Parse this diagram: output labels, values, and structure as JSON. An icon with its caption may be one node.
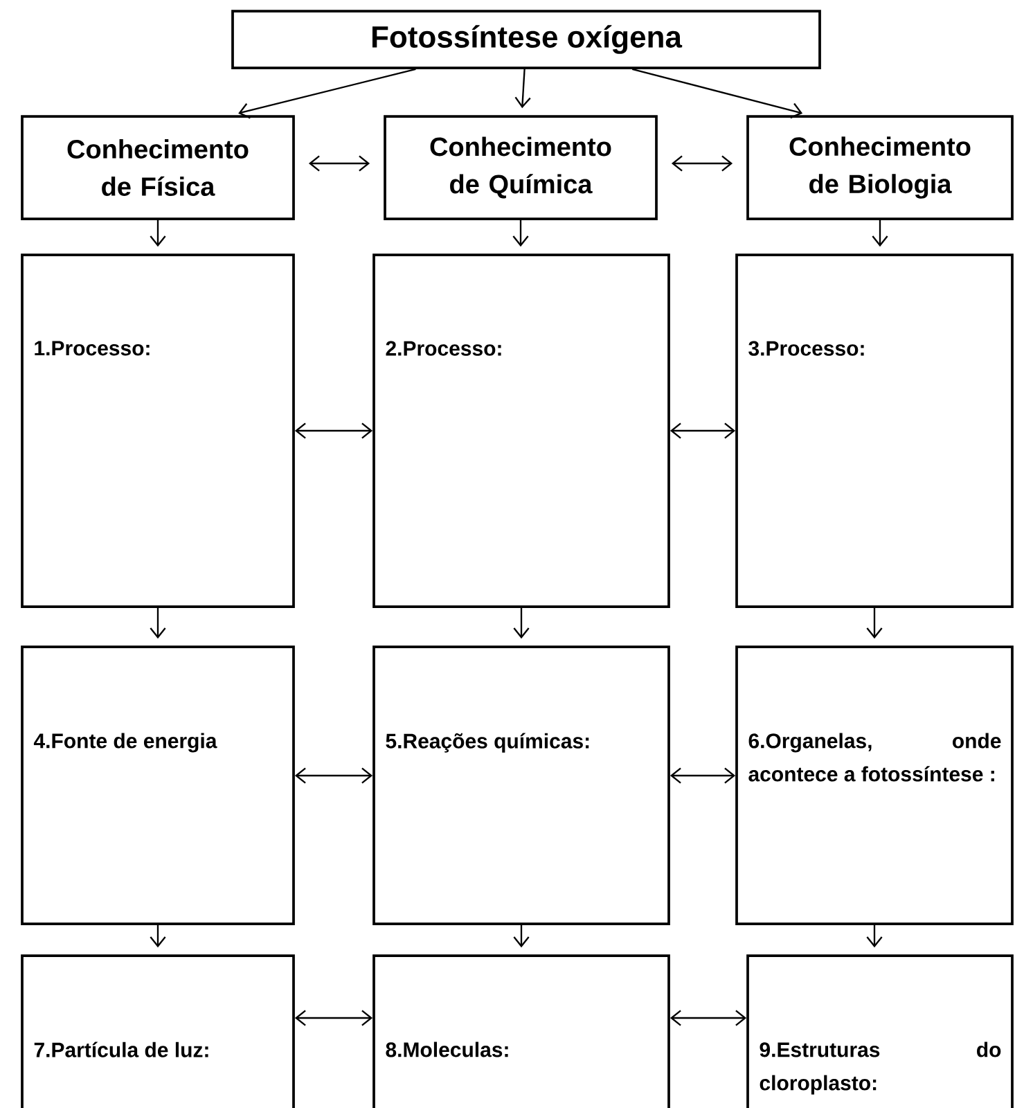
{
  "diagram": {
    "nodes": [
      {
        "text": [
          "Fotossíntese oxígena"
        ]
      },
      {
        "text": [
          "Conhecimento de Física"
        ]
      },
      {
        "text": [
          "Conhecimento de Química"
        ]
      },
      {
        "text": [
          "Conhecimento de Biologia"
        ]
      },
      {
        "text": [
          "1.Processo:"
        ]
      },
      {
        "text": [
          "2.Processo:"
        ]
      },
      {
        "text": [
          "3.Processo:"
        ]
      },
      {
        "text": [
          "4.Fonte de energia"
        ]
      },
      {
        "text": [
          "5.Reações químicas:"
        ]
      },
      {
        "text": [
          "6.Organelas, onde acontece a fotossíntese :"
        ]
      },
      {
        "text": [
          "7.Partícula de luz:"
        ]
      },
      {
        "text": [
          "8.Moleculas:"
        ]
      },
      {
        "text": [
          "9.Estruturas do cloroplasto:"
        ]
      }
    ],
    "edges": [
      {
        "from": 0,
        "to": 1,
        "arrow": "to"
      },
      {
        "from": 0,
        "to": 2,
        "arrow": "to"
      },
      {
        "from": 0,
        "to": 3,
        "arrow": "to"
      },
      {
        "from": 1,
        "to": 2,
        "arrow": "both"
      },
      {
        "from": 2,
        "to": 3,
        "arrow": "both"
      },
      {
        "from": 1,
        "to": 4,
        "arrow": "to"
      },
      {
        "from": 2,
        "to": 5,
        "arrow": "to"
      },
      {
        "from": 3,
        "to": 6,
        "arrow": "to"
      },
      {
        "from": 4,
        "to": 5,
        "arrow": "both"
      },
      {
        "from": 5,
        "to": 6,
        "arrow": "both"
      },
      {
        "from": 4,
        "to": 7,
        "arrow": "to"
      },
      {
        "from": 5,
        "to": 8,
        "arrow": "to"
      },
      {
        "from": 6,
        "to": 9,
        "arrow": "to"
      },
      {
        "from": 7,
        "to": 8,
        "arrow": "both"
      },
      {
        "from": 8,
        "to": 9,
        "arrow": "both"
      },
      {
        "from": 7,
        "to": 10,
        "arrow": "to"
      },
      {
        "from": 8,
        "to": 11,
        "arrow": "to"
      },
      {
        "from": 9,
        "to": 12,
        "arrow": "to"
      },
      {
        "from": 10,
        "to": 11,
        "arrow": "both"
      },
      {
        "from": 11,
        "to": 12,
        "arrow": "both"
      }
    ]
  }
}
